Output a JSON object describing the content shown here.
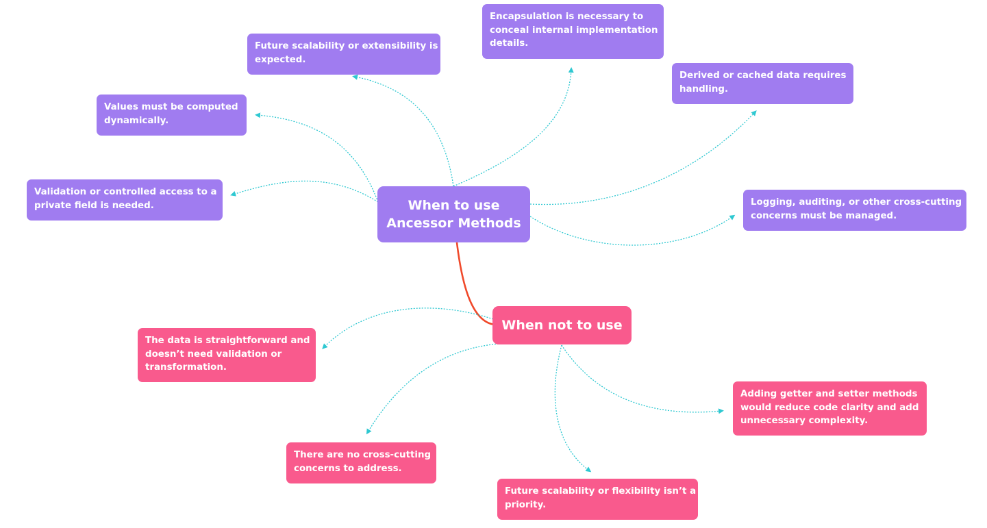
{
  "colors": {
    "purple": "#a07cf0",
    "pink": "#f95a8d",
    "connector": "#2ec8d1",
    "main_link": "#f0492a"
  },
  "central": {
    "use": {
      "lines": [
        "When to use",
        "Ancessor Methods"
      ]
    },
    "not_use": {
      "lines": [
        "When not to use"
      ]
    }
  },
  "use_items": [
    {
      "lines": [
        "Encapsulation is necessary to",
        "conceal internal implementation",
        "details."
      ]
    },
    {
      "lines": [
        "Future scalability or extensibility is",
        "expected."
      ]
    },
    {
      "lines": [
        "Derived or cached data requires",
        "handling."
      ]
    },
    {
      "lines": [
        "Values must be computed",
        "dynamically."
      ]
    },
    {
      "lines": [
        "Validation or controlled access to a",
        "private field is needed."
      ]
    },
    {
      "lines": [
        "Logging, auditing, or other cross-cutting",
        "concerns must be managed."
      ]
    }
  ],
  "not_use_items": [
    {
      "lines": [
        "The data is straightforward and",
        "doesn’t need validation or",
        "transformation."
      ]
    },
    {
      "lines": [
        "There are no cross-cutting",
        "concerns to address."
      ]
    },
    {
      "lines": [
        "Adding getter and setter methods",
        "would reduce code clarity and add",
        "unnecessary complexity."
      ]
    },
    {
      "lines": [
        "Future scalability or flexibility isn’t a",
        "priority."
      ]
    }
  ]
}
